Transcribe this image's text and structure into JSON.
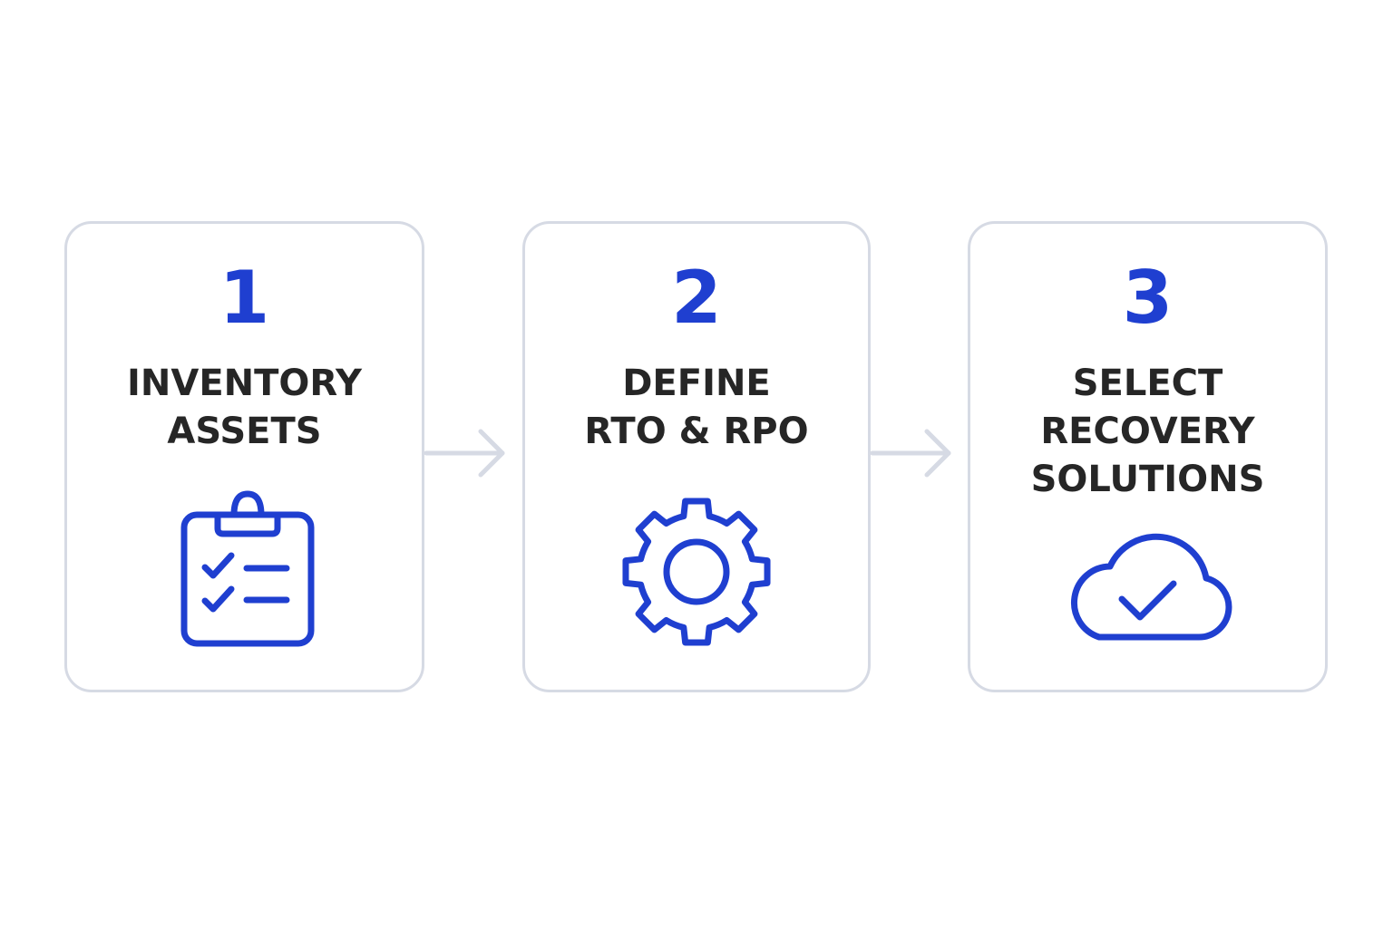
{
  "colors": {
    "accent": "#1f3fd0",
    "text": "#262626",
    "border": "#d6dae4",
    "arrow": "#d6dae4",
    "background": "#ffffff"
  },
  "steps": [
    {
      "number": "1",
      "title_lines": [
        "INVENTORY",
        "ASSETS"
      ],
      "icon": "clipboard-checklist-icon"
    },
    {
      "number": "2",
      "title_lines": [
        "DEFINE",
        "RTO & RPO"
      ],
      "icon": "gear-icon"
    },
    {
      "number": "3",
      "title_lines": [
        "SELECT",
        "RECOVERY",
        "SOLUTIONS"
      ],
      "icon": "cloud-check-icon"
    }
  ]
}
